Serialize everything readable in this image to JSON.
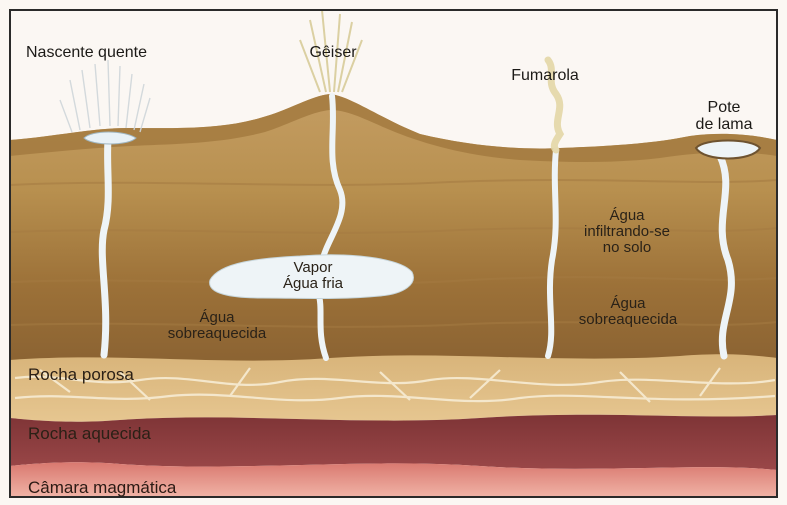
{
  "labels": {
    "hot_spring": "Nascente quente",
    "geyser": "Gêiser",
    "fumarole": "Fumarola",
    "mud_pot_line1": "Pote",
    "mud_pot_line2": "de lama",
    "steam": "Vapor",
    "cold_water": "Água fria",
    "water_infiltrating_line1": "Água",
    "water_infiltrating_line2": "infiltrando-se",
    "water_infiltrating_line3": "no solo",
    "superheated_left_line1": "Água",
    "superheated_left_line2": "sobreaquecida",
    "superheated_right_line1": "Água",
    "superheated_right_line2": "sobreaquecida",
    "porous_rock": "Rocha porosa",
    "heated_rock": "Rocha aquecida",
    "magma_chamber": "Câmara magmática"
  },
  "colors": {
    "sky": "#fbf7f3",
    "surface_crust": "#b9925a",
    "soil_light": "#c9a66a",
    "soil_mid": "#b88b4e",
    "soil_dark": "#8a6232",
    "porous_rock": "#e0bf86",
    "heated_rock": "#8a3b3d",
    "magma_chamber": "#e79a8c",
    "water": "#eef4f7",
    "frame": "#2a2a2a"
  }
}
